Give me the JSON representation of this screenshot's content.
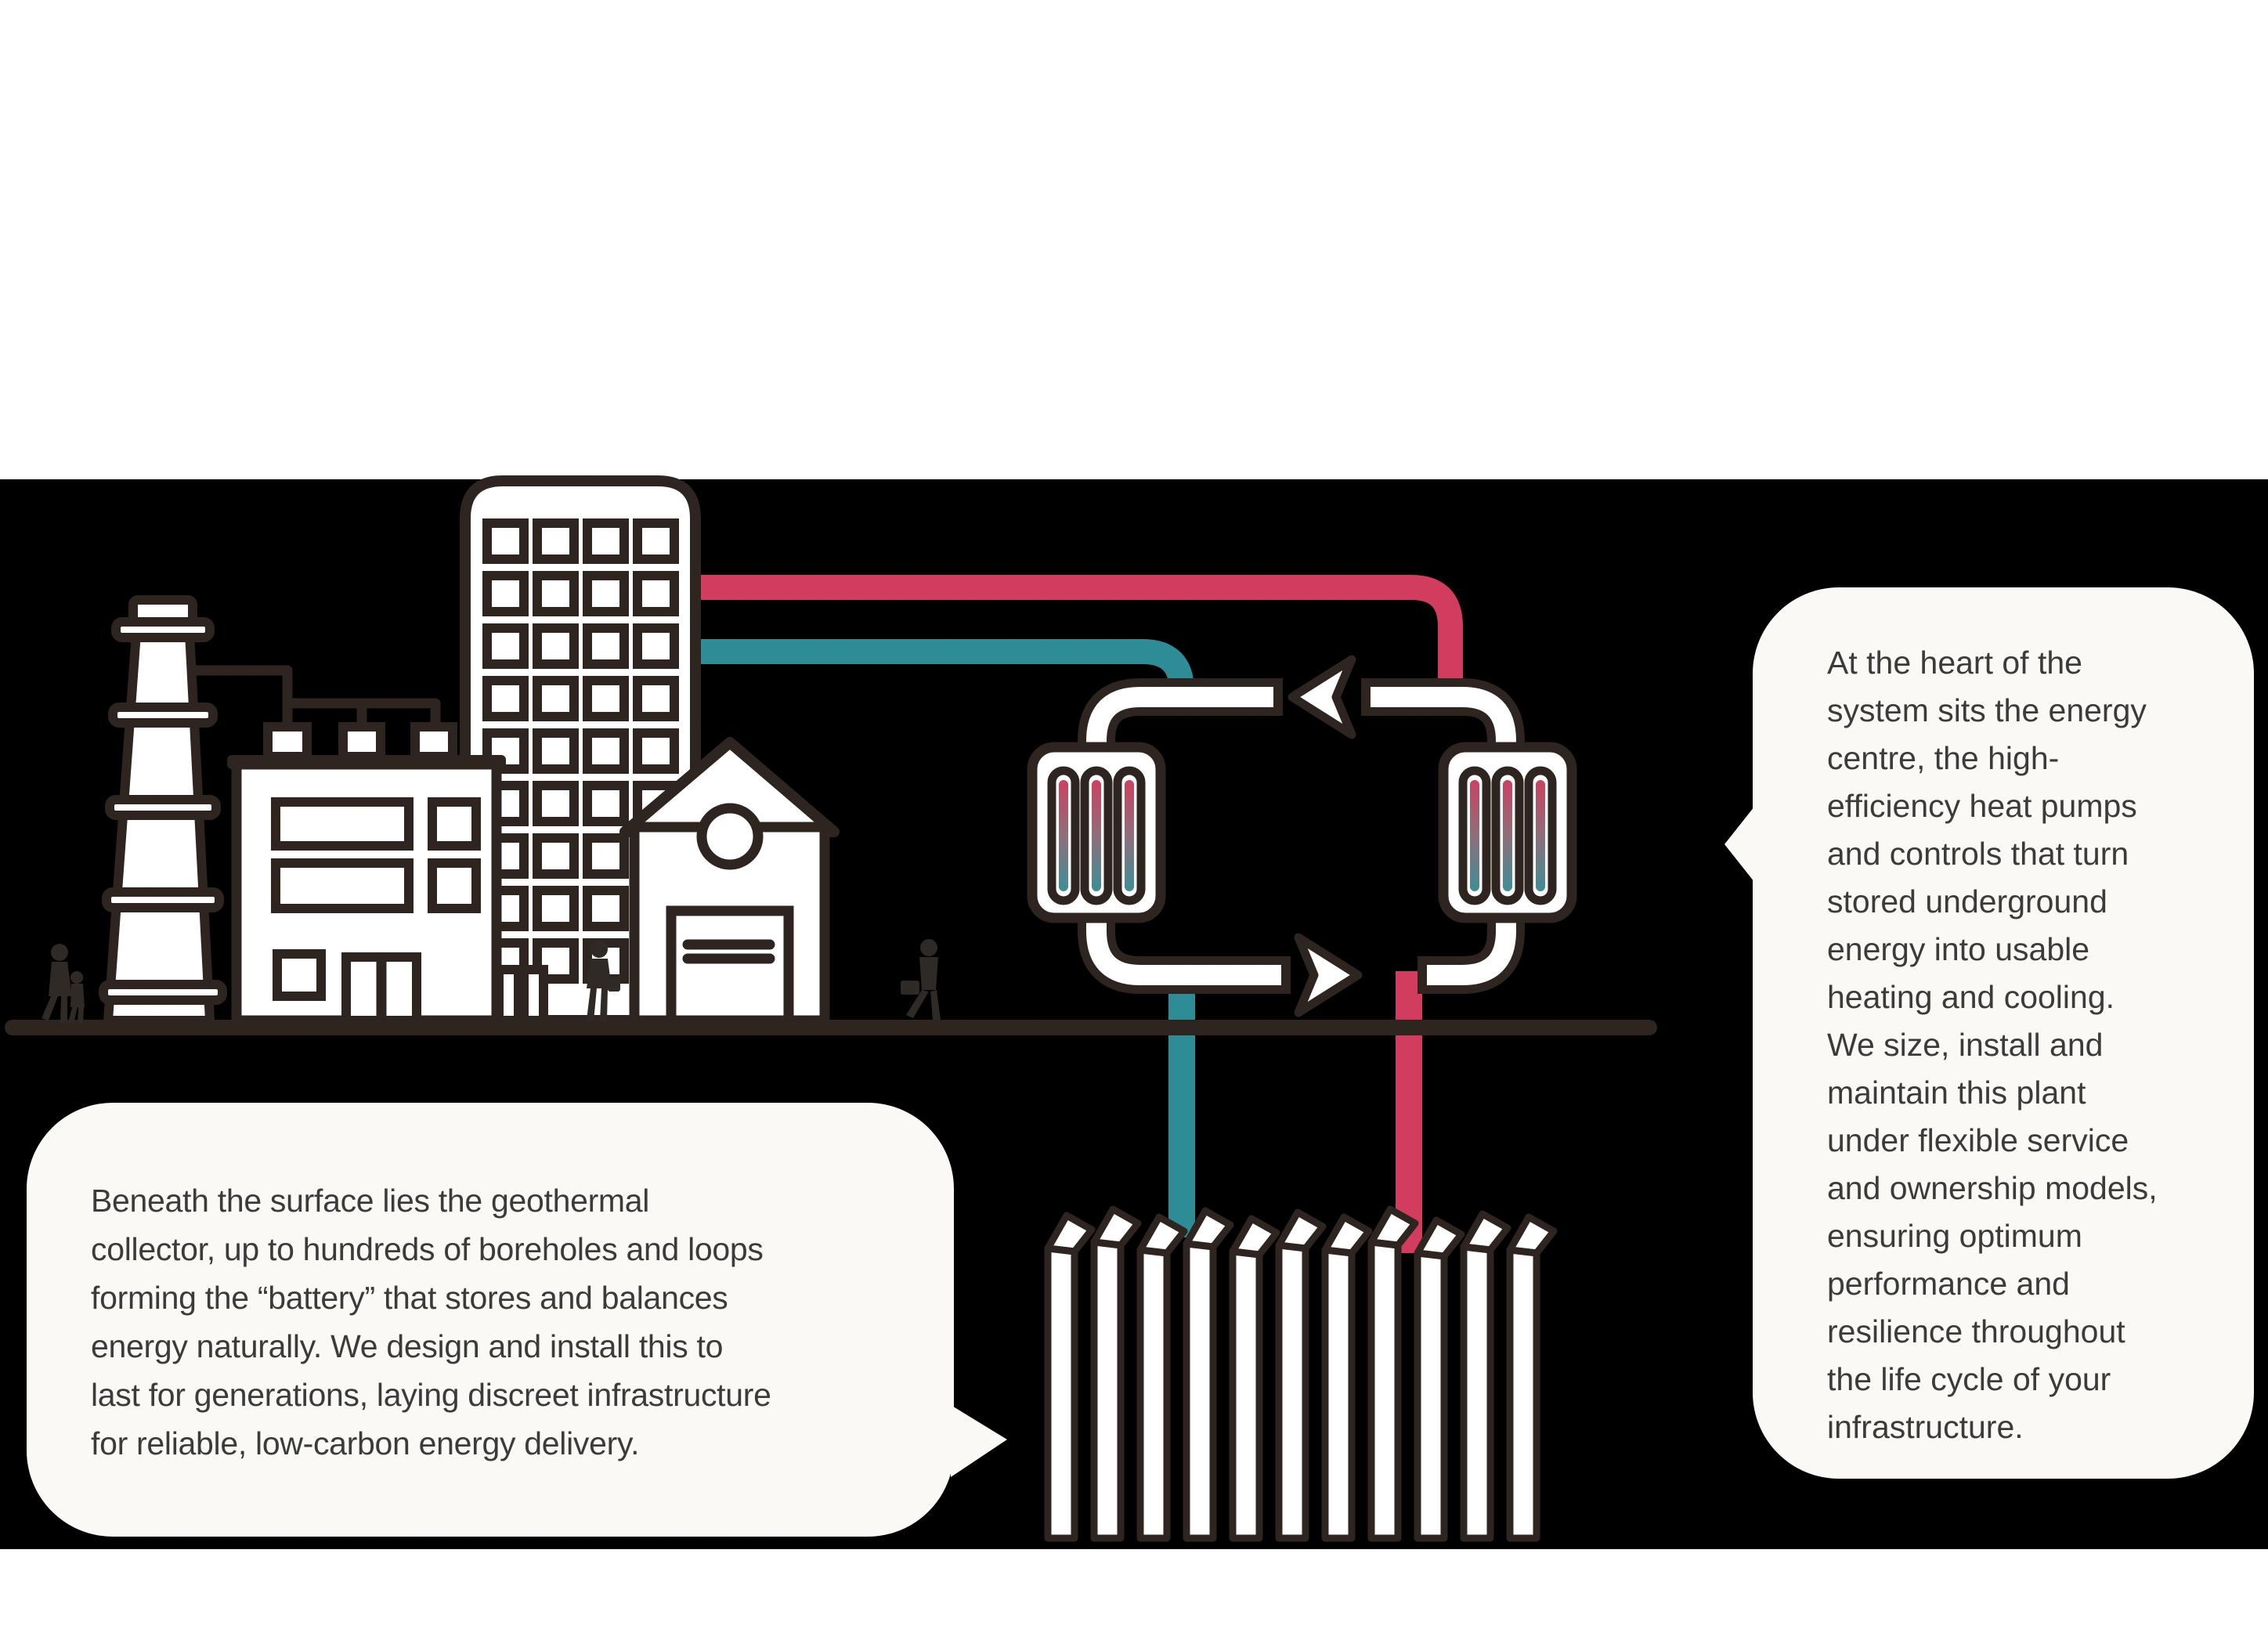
{
  "scene": {
    "background": "#ffffff",
    "band_color": "#000000",
    "outline_color": "#2e2420",
    "pipe_hot_color": "#d23c5e",
    "pipe_cold_color": "#2e8c96",
    "bubble_bg": "#faf9f6",
    "text_color": "#3b3b3b",
    "silhouette_color": "#2f2a26",
    "tube_gradient": [
      "#cb4260",
      "#8d6f7a",
      "#3e8e97"
    ]
  },
  "illustration": {
    "parts": [
      "chimney-icon",
      "factory-icon",
      "tall-building-icon",
      "house-icon",
      "hot-pipe",
      "cold-pipe",
      "heat-pump-loop",
      "heat-exchanger-left",
      "heat-exchanger-right",
      "borehole-collector",
      "ground-line",
      "pedestrians-pair",
      "pedestrian-woman",
      "pedestrian-man"
    ]
  },
  "bubbles": {
    "left": {
      "lines": [
        "Beneath the surface lies the geothermal",
        "collector, up to hundreds of boreholes and loops",
        "forming the “battery” that stores and balances",
        "energy naturally. We design and install this to",
        "last for generations, laying discreet infrastructure",
        "for reliable, low-carbon energy delivery."
      ]
    },
    "right": {
      "lines": [
        "At the heart of the",
        "system sits the energy",
        "centre, the high-",
        "efficiency heat pumps",
        "and controls that turn",
        "stored underground",
        "energy into usable",
        "heating and cooling.",
        "We size, install and",
        "maintain this plant",
        "under flexible service",
        "and ownership models,",
        "ensuring optimum",
        "performance and",
        "resilience throughout",
        "the life cycle of your",
        "infrastructure."
      ]
    }
  }
}
